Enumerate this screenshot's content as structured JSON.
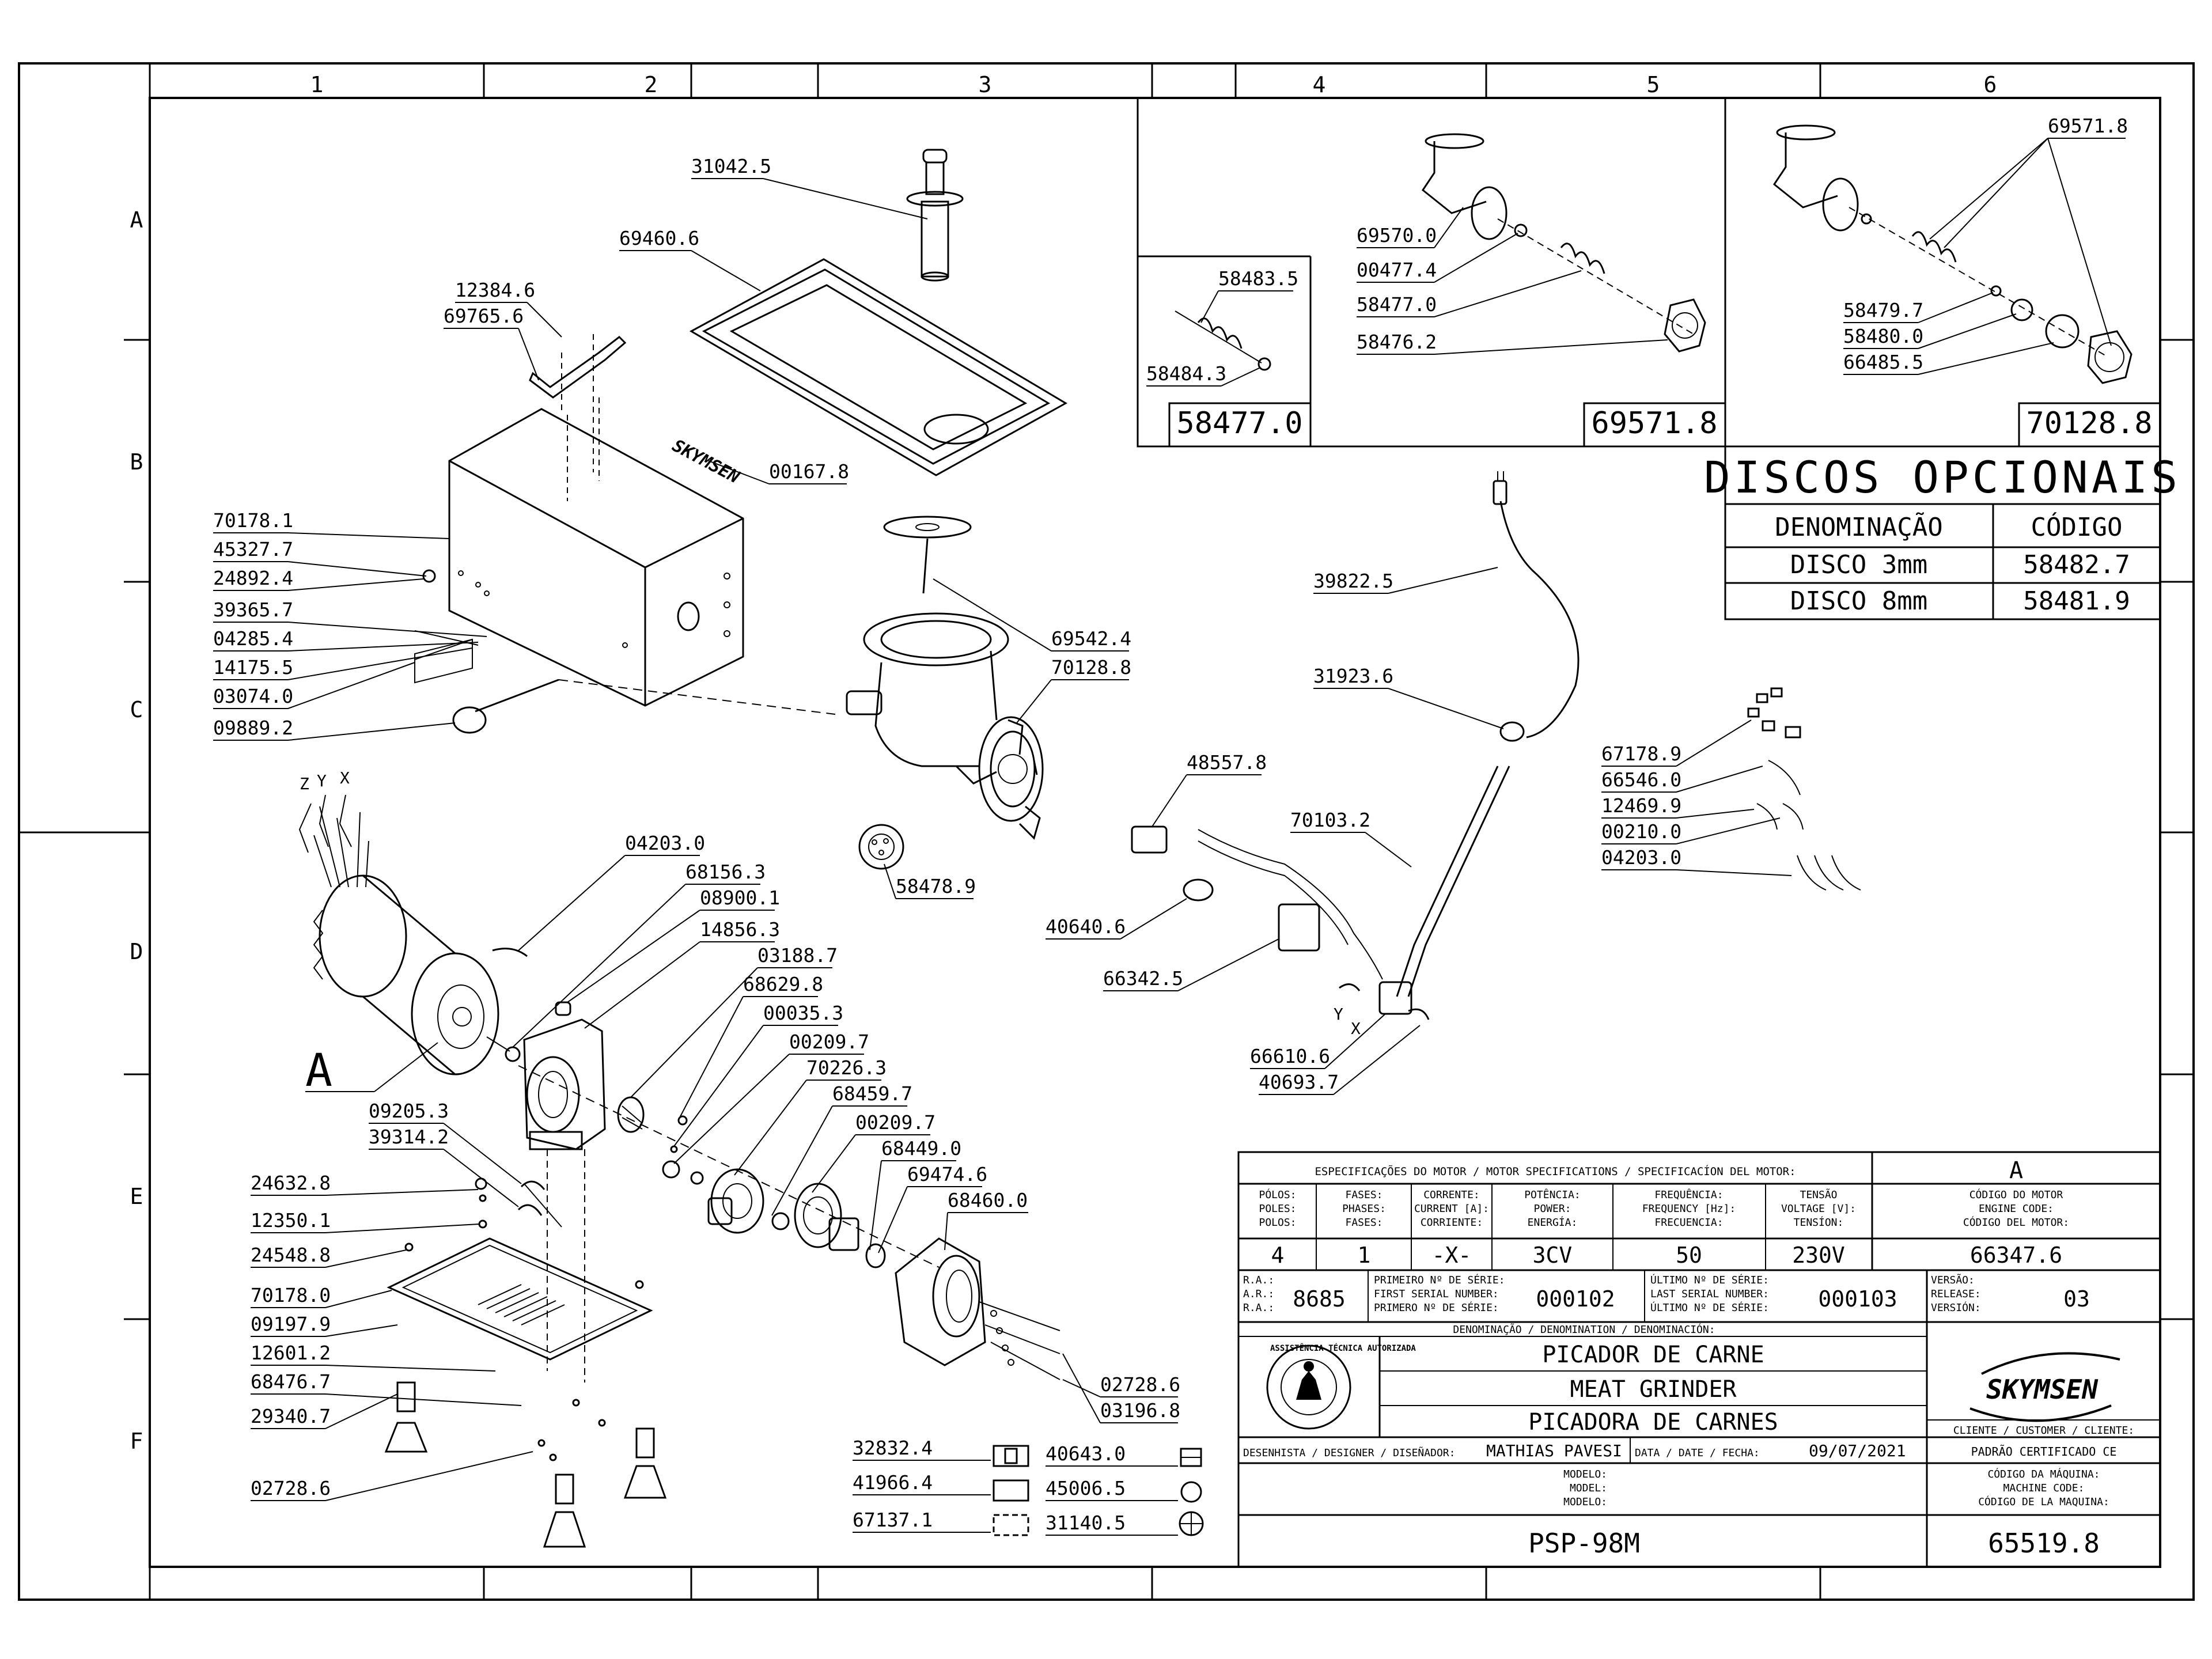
{
  "grid": {
    "columns": [
      "1",
      "2",
      "3",
      "4",
      "5",
      "6"
    ],
    "rows": [
      "A",
      "B",
      "C",
      "D",
      "E",
      "F"
    ]
  },
  "part_labels": {
    "p31042_5": "31042.5",
    "p69460_6": "69460.6",
    "p12384_6": "12384.6",
    "p69765_6": "69765.6",
    "p00167_8": "00167.8",
    "p70178_1": "70178.1",
    "p45327_7": "45327.7",
    "p24892_4": "24892.4",
    "p39365_7": "39365.7",
    "p04285_4": "04285.4",
    "p14175_5": "14175.5",
    "p03074_0": "03074.0",
    "p09889_2": "09889.2",
    "p69542_4": "69542.4",
    "p70128_8": "70128.8",
    "p58478_9": "58478.9",
    "p04203_0a": "04203.0",
    "p68156_3": "68156.3",
    "p08900_1": "08900.1",
    "p14856_3": "14856.3",
    "p03188_7": "03188.7",
    "p68629_8": "68629.8",
    "p00035_3": "00035.3",
    "p00209_7a": "00209.7",
    "p70226_3": "70226.3",
    "p68459_7": "68459.7",
    "p00209_7b": "00209.7",
    "p68449_0": "68449.0",
    "p69474_6": "69474.6",
    "p68460_0": "68460.0",
    "p09205_3": "09205.3",
    "p39314_2": "39314.2",
    "p24632_8": "24632.8",
    "p12350_1": "12350.1",
    "p24548_8": "24548.8",
    "p70178_0": "70178.0",
    "p09197_9": "09197.9",
    "p12601_2": "12601.2",
    "p68476_7": "68476.7",
    "p29340_7": "29340.7",
    "p02728_6": "02728.6",
    "p02728_6b": "02728.6",
    "p03196_8": "03196.8",
    "p32832_4": "32832.4",
    "p41966_4": "41966.4",
    "p67137_1": "67137.1",
    "p40643_0": "40643.0",
    "p45006_5": "45006.5",
    "p31140_5": "31140.5",
    "p39822_5": "39822.5",
    "p31923_6": "31923.6",
    "p48557_8": "48557.8",
    "p70103_2": "70103.2",
    "p40640_6": "40640.6",
    "p66342_5": "66342.5",
    "p66610_6": "66610.6",
    "p40693_7": "40693.7",
    "p67178_9": "67178.9",
    "p66546_0": "66546.0",
    "p12469_9": "12469.9",
    "p00210_0": "00210.0",
    "p04203_0b": "04203.0",
    "p58483_5": "58483.5",
    "p58484_3": "58484.3",
    "p69570_0": "69570.0",
    "p00477_4": "00477.4",
    "p58477_0": "58477.0",
    "p58476_2": "58476.2",
    "p69571_8": "69571.8",
    "p58479_7": "58479.7",
    "p58480_0": "58480.0",
    "p66485_5": "66485.5",
    "detail_a": "A",
    "axis_z": "Z",
    "axis_y": "Y",
    "axis_x": "X",
    "wire_y": "Y",
    "wire_x": "X"
  },
  "kit_boxes": {
    "kit1": "58477.0",
    "kit2": "69571.8",
    "kit3": "70128.8"
  },
  "optional_discs": {
    "title": "DISCOS OPCIONAIS",
    "header_name": "DENOMINAÇÃO",
    "header_code": "CÓDIGO",
    "rows": [
      {
        "name": "DISCO 3mm",
        "code": "58482.7"
      },
      {
        "name": "DISCO 8mm",
        "code": "58481.9"
      }
    ]
  },
  "title_block": {
    "motor_spec_title": "ESPECIFICAÇÕES DO MOTOR / MOTOR SPECIFICATIONS / SPECIFICACÍON DEL MOTOR:",
    "version_letter": "A",
    "headers": [
      [
        "PÓLOS:",
        "POLES:",
        "POLOS:"
      ],
      [
        "FASES:",
        "PHASES:",
        "FASES:"
      ],
      [
        "CORRENTE:",
        "CURRENT [A]:",
        "CORRIENTE:"
      ],
      [
        "POTÊNCIA:",
        "POWER:",
        "ENERGÍA:"
      ],
      [
        "FREQUÊNCIA:",
        "FREQUENCY [Hz]:",
        "FRECUENCIA:"
      ],
      [
        "TENSÃO",
        "VOLTAGE [V]:",
        "TENSÍON:"
      ]
    ],
    "motor_code_header": [
      "CÓDIGO DO MOTOR",
      "ENGINE CODE:",
      "CÓDIGO DEL MOTOR:"
    ],
    "values": {
      "poles": "4",
      "phases": "1",
      "current": "-X-",
      "power": "3CV",
      "frequency": "50",
      "voltage": "230V",
      "motor_code": "66347.6"
    },
    "ra_labels": [
      "R.A.:",
      "A.R.:",
      "R.A.:"
    ],
    "ra_value": "8685",
    "first_serial_labels": [
      "PRIMEIRO Nº DE SÉRIE:",
      "FIRST SERIAL NUMBER:",
      "PRIMERO Nº DE SÉRIE:"
    ],
    "first_serial": "000102",
    "last_serial_labels": [
      "ÚLTIMO Nº DE SÉRIE:",
      "LAST SERIAL NUMBER:",
      "ÚLTIMO Nº DE SÉRIE:"
    ],
    "last_serial": "000103",
    "version_labels": [
      "VERSÃO:",
      "RELEASE:",
      "VERSIÓN:"
    ],
    "version": "03",
    "denomination_label": "DENOMINAÇÃO / DENOMINATION / DENOMINACIÓN:",
    "name_pt": "PICADOR DE CARNE",
    "name_en": "MEAT GRINDER",
    "name_es": "PICADORA DE CARNES",
    "seal_text_top": "ASSISTÊNCIA TÉCNICA AUTORIZADA",
    "brand": "SKYMSEN",
    "client_label": "CLIENTE / CUSTOMER / CLIENTE:",
    "client_value": "PADRÃO CERTIFICADO CE",
    "designer_label": "DESENHISTA / DESIGNER / DISEÑADOR:",
    "designer": "MATHIAS PAVESI",
    "date_label": "DATA / DATE / FECHA:",
    "date": "09/07/2021",
    "model_labels": [
      "MODELO:",
      "MODEL:",
      "MODELO:"
    ],
    "machine_code_labels": [
      "CÓDIGO DA MÁQUINA:",
      "MACHINE CODE:",
      "CÓDIGO DE LA MAQUINA:"
    ],
    "model": "PSP-98M",
    "machine_code": "65519.8"
  },
  "logo_text": "SKYMSEN"
}
